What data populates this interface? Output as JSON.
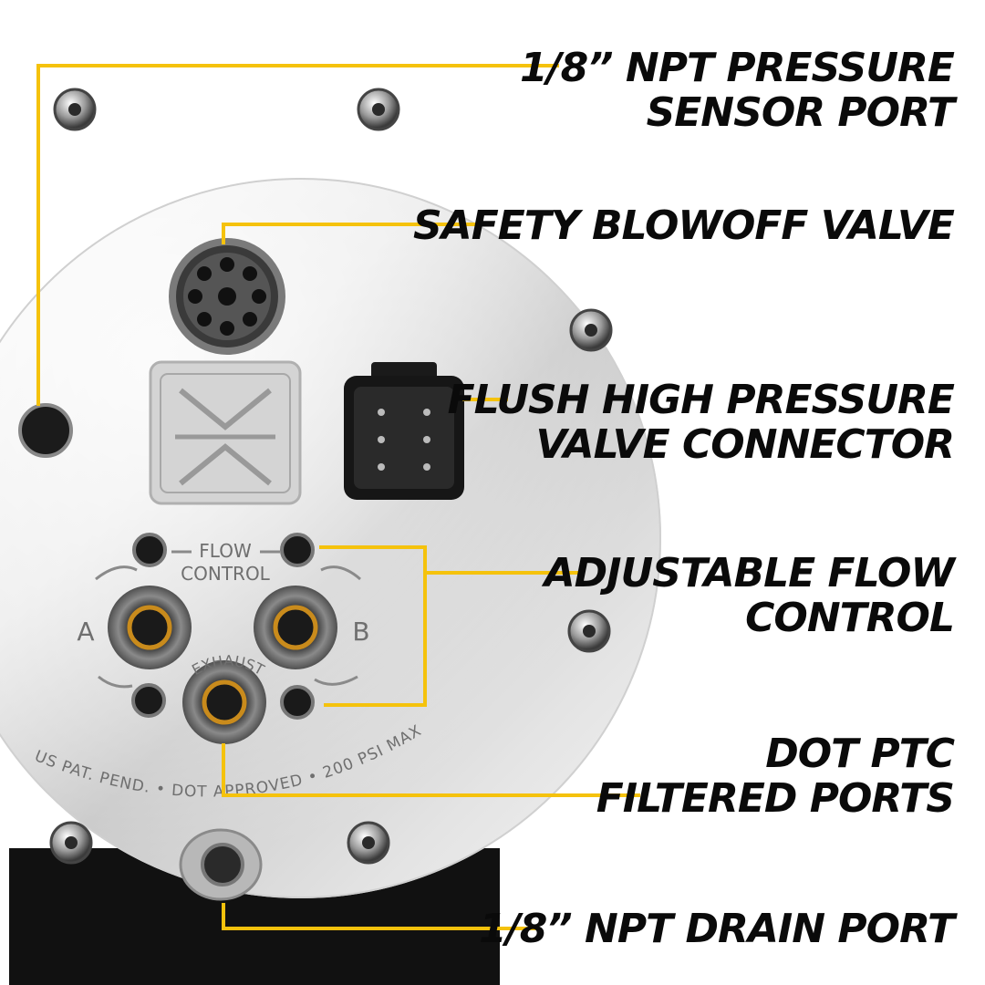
{
  "accent_color": "#f5c20c",
  "callouts": [
    {
      "id": "pressure-sensor-port",
      "lines": [
        "1/8” NPT PRESSURE",
        "SENSOR PORT"
      ]
    },
    {
      "id": "safety-blowoff-valve",
      "lines": [
        "SAFETY BLOWOFF VALVE"
      ]
    },
    {
      "id": "valve-connector",
      "lines": [
        "FLUSH HIGH PRESSURE",
        "VALVE CONNECTOR"
      ]
    },
    {
      "id": "flow-control",
      "lines": [
        "ADJUSTABLE FLOW",
        "CONTROL"
      ]
    },
    {
      "id": "filtered-ports",
      "lines": [
        "DOT PTC",
        "FILTERED PORTS"
      ]
    },
    {
      "id": "drain-port",
      "lines": [
        "1/8” NPT DRAIN PORT"
      ]
    }
  ],
  "etched_labels": {
    "flow": "FLOW",
    "control": "CONTROL",
    "port_a": "A",
    "port_b": "B",
    "exhaust": "EXHAUST",
    "rim_text": "US PAT. PEND. • DOT APPROVED • 200 PSI MAX"
  }
}
